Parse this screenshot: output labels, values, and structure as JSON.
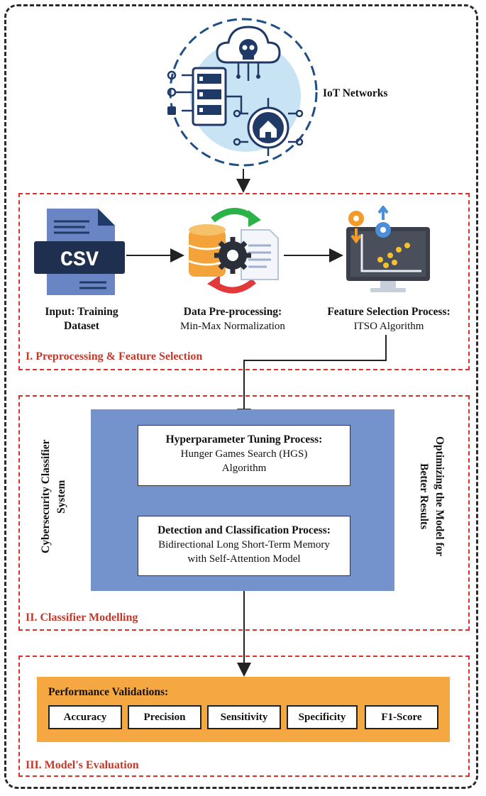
{
  "top": {
    "network_label": "IoT Networks"
  },
  "preprocessing": {
    "section_title": "I. Preprocessing & Feature Selection",
    "csv_icon_text": "CSV",
    "input_title": "Input: Training",
    "input_subtitle": "Dataset",
    "prep_title": "Data Pre-processing:",
    "prep_subtitle": "Min-Max Normalization",
    "fs_title": "Feature Selection Process:",
    "fs_subtitle": "ITSO Algorithm"
  },
  "classifier": {
    "section_title": "II. Classifier Modelling",
    "left_label_line1": "Cybersecurity Classifier",
    "left_label_line2": "System",
    "right_label_line1": "Optimizing the Model for",
    "right_label_line2": "Better Results",
    "hp_title": "Hyperparameter Tuning Process:",
    "hp_line1": "Hunger Games Search (HGS)",
    "hp_line2": "Algorithm",
    "dc_title": "Detection and Classification Process:",
    "dc_line1": "Bidirectional Long Short-Term Memory",
    "dc_line2": "with Self-Attention Model"
  },
  "evaluation": {
    "section_title": "III. Model's Evaluation",
    "perf_title": "Performance Validations:",
    "metrics": [
      "Accuracy",
      "Precision",
      "Sensitivity",
      "Specificity",
      "F1-Score"
    ]
  },
  "colors": {
    "section_border": "#d9322b",
    "classifier_panel": "#7492cc",
    "evaluation_panel": "#f5a742",
    "network_circle": "#c8e3f3",
    "icon_navy": "#1f3a66"
  }
}
